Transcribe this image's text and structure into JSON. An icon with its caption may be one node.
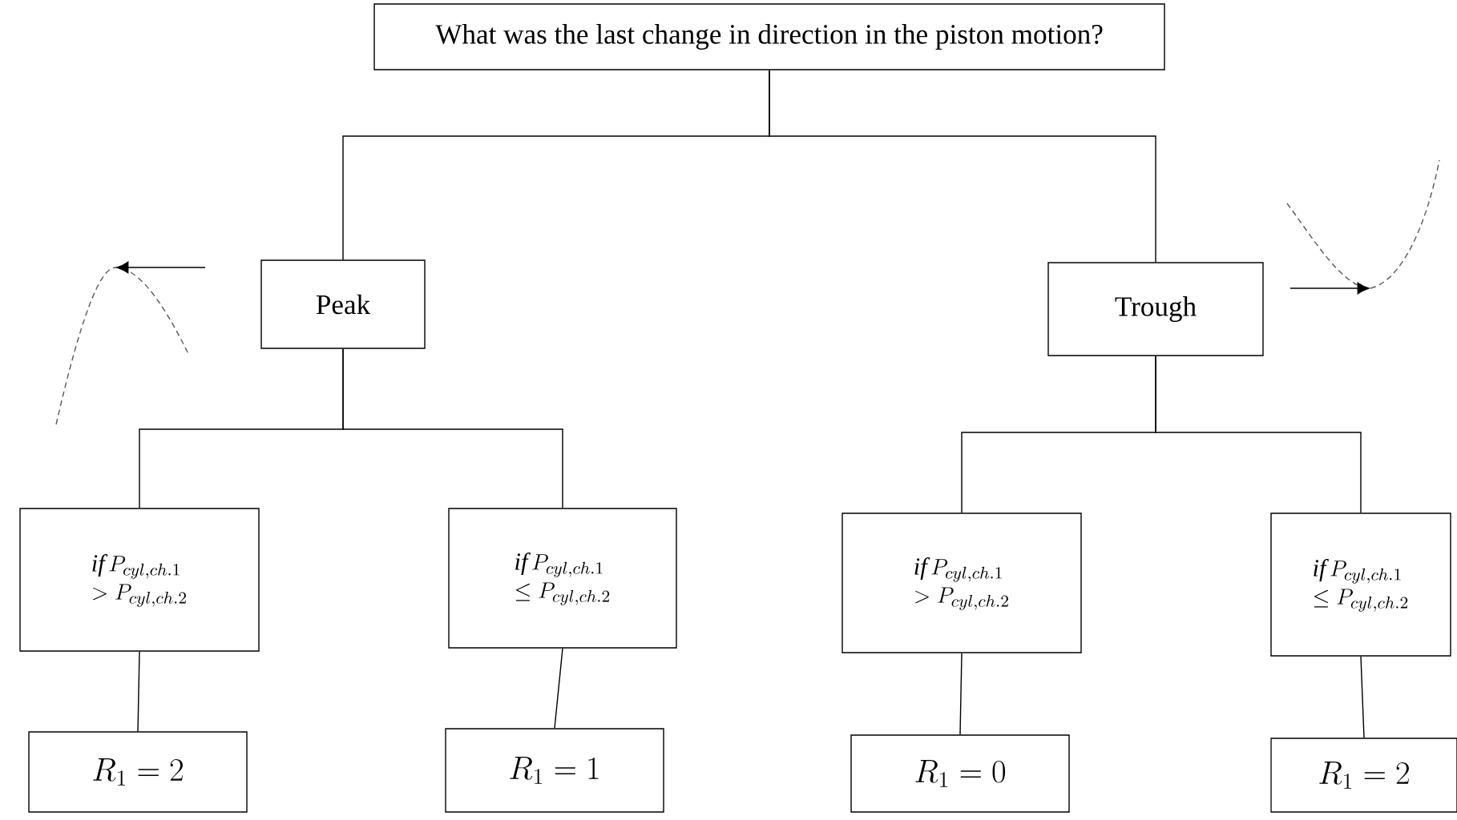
{
  "diagram": {
    "nodes": [
      {
        "text": [
          "What was the last change in direction in the piston motion?"
        ]
      },
      {
        "text": [
          "Peak"
        ]
      },
      {
        "text": [
          "Trough"
        ]
      },
      {
        "text": [
          "\\begin{array}{l} \\mathit{if}\\,P_{cyl,ch.1} \\\\ > P_{cyl,ch.2}\\end{array}"
        ]
      },
      {
        "text": [
          "\\begin{array}{l} \\mathit{if}\\,P_{cyl,ch.1} \\\\ \\leq P_{cyl,ch.2}\\end{array}"
        ]
      },
      {
        "text": [
          "\\begin{array}{l} \\mathit{if}\\,P_{cyl,ch.1} \\\\ > P_{cyl,ch.2}\\end{array}"
        ]
      },
      {
        "text": [
          "\\begin{array}{l} \\mathit{if}\\,P_{cyl,ch.1} \\\\ \\leq P_{cyl,ch.2}\\end{array}"
        ]
      },
      {
        "text": [
          "R_1 = 2"
        ]
      },
      {
        "text": [
          "R_1 = 1"
        ]
      },
      {
        "text": [
          "R_1 = 0"
        ]
      },
      {
        "text": [
          "R_1 = 2"
        ]
      }
    ],
    "edges": [
      {
        "from": 0,
        "to": 1,
        "arrow": "none"
      },
      {
        "from": 0,
        "to": 2,
        "arrow": "none"
      },
      {
        "from": 1,
        "to": 3,
        "arrow": "none"
      },
      {
        "from": 1,
        "to": 4,
        "arrow": "none"
      },
      {
        "from": 2,
        "to": 5,
        "arrow": "none"
      },
      {
        "from": 2,
        "to": 6,
        "arrow": "none"
      },
      {
        "from": 3,
        "to": 7,
        "arrow": "none"
      },
      {
        "from": 4,
        "to": 8,
        "arrow": "none"
      },
      {
        "from": 5,
        "to": 9,
        "arrow": "none"
      },
      {
        "from": 6,
        "to": 10,
        "arrow": "none"
      }
    ]
  }
}
